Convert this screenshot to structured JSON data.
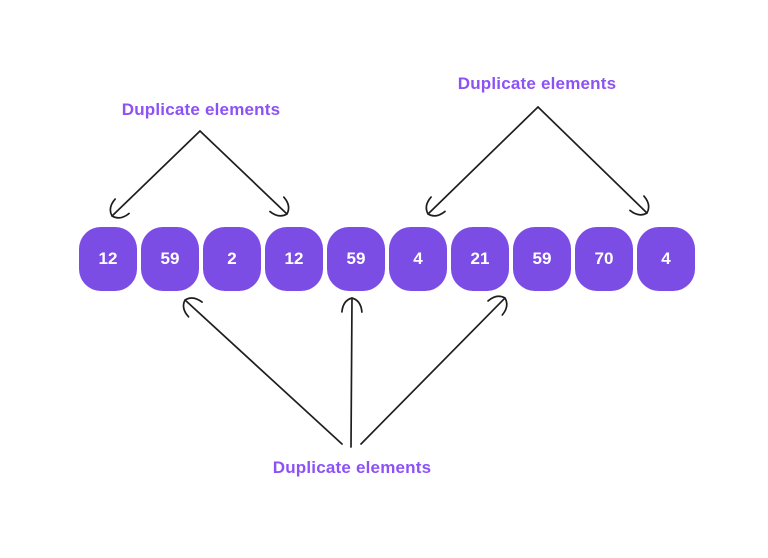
{
  "labels": {
    "top_left": "Duplicate elements",
    "top_right": "Duplicate elements",
    "bottom": "Duplicate elements"
  },
  "array": {
    "values": [
      "12",
      "59",
      "2",
      "12",
      "59",
      "4",
      "21",
      "59",
      "70",
      "4"
    ]
  },
  "annotations": {
    "duplicate_groups": [
      {
        "value": "12",
        "indices": [
          0,
          3
        ],
        "label_position": "top-left"
      },
      {
        "value": "4",
        "indices": [
          5,
          9
        ],
        "label_position": "top-right"
      },
      {
        "value": "59",
        "indices": [
          1,
          4,
          7
        ],
        "label_position": "bottom"
      }
    ]
  },
  "colors": {
    "background": "#FFFFFF",
    "element_fill": "#7C4DE4",
    "element_text": "#FFFFFF",
    "label_text": "#8C52F6",
    "arrow_stroke": "#1E1E1E"
  }
}
